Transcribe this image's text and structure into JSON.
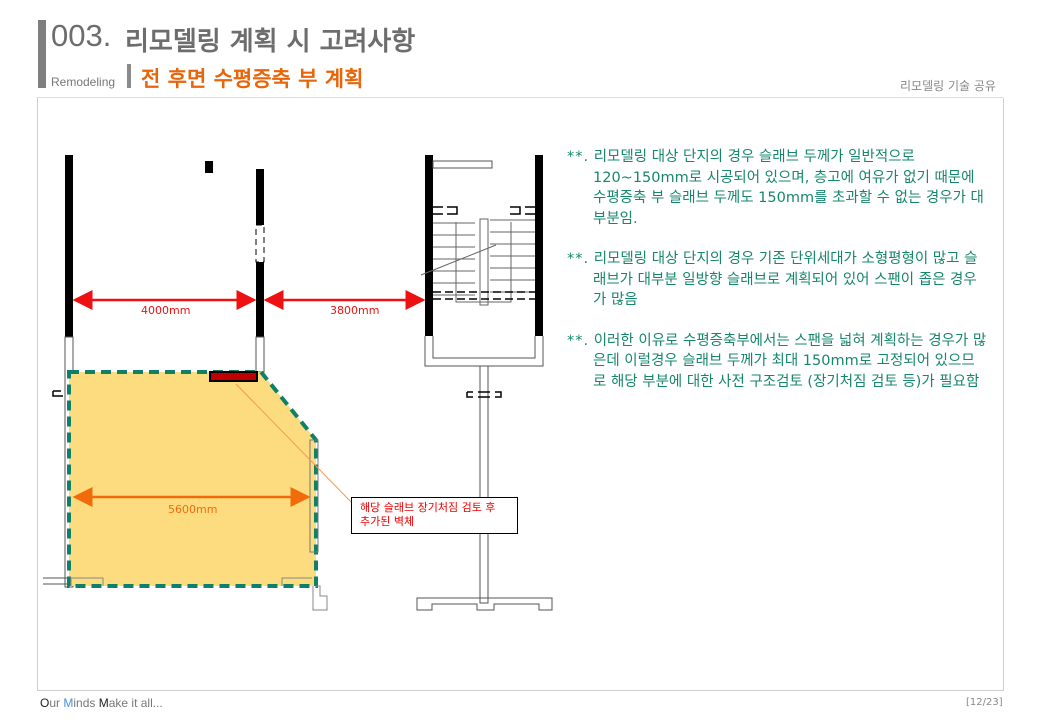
{
  "header": {
    "number": "003.",
    "title": "리모델링 계획 시 고려사항",
    "category": "Remodeling",
    "subtitle": "전 후면 수평증축 부 계획",
    "top_right": "리모델링 기술 공유"
  },
  "drawing": {
    "dims": [
      "4000mm",
      "3800mm",
      "5600mm"
    ],
    "callout": [
      "해당 슬래브 장기처짐 검토 후",
      "추가된 벽체"
    ],
    "colors": {
      "highlight_fill": "#fddc80",
      "boundary": "#0e8068",
      "dim_red": "#ee1111",
      "dim_orange": "#f26b0a",
      "wall": "#000000"
    }
  },
  "notes": [
    {
      "bullet": "**.",
      "text": "리모델링 대상 단지의 경우 슬래브 두께가 일반적으로 120~150mm로 시공되어 있으며, 층고에 여유가 없기 때문에 수평증축 부 슬래브 두께도 150mm를 초과할 수 없는 경우가 대부분임."
    },
    {
      "bullet": "**.",
      "text": "리모델링 대상 단지의 경우 기존 단위세대가 소형평형이 많고 슬래브가 대부분 일방향 슬래브로 계획되어 있어 스팬이 좁은 경우가 많음"
    },
    {
      "bullet": "**.",
      "text": "이러한 이유로 수평증축부에서는 스팬을 넓혀 계획하는 경우가 많은데 이럴경우 슬래브 두께가 최대 150mm로 고정되어 있으므로 해당 부분에 대한 사전 구조검토 (장기처짐 검토 등)가 필요함"
    }
  ],
  "footer": {
    "o": "O",
    "ur": "ur ",
    "m1": "M",
    "inds": "inds ",
    "m2": "M",
    "rest": "ake it all...",
    "page": "[12/23]"
  }
}
